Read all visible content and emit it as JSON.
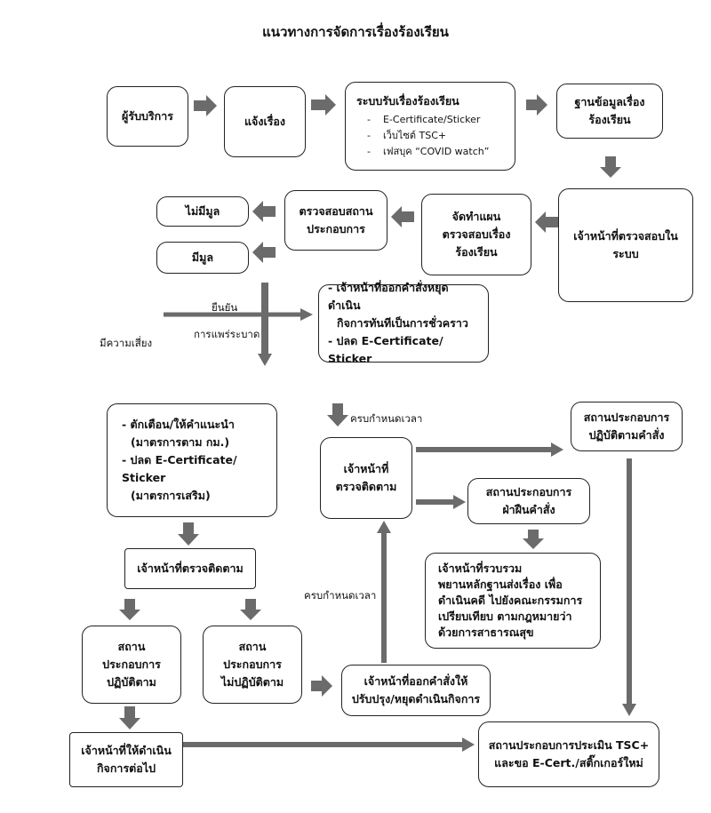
{
  "title": "แนวทางการจัดการเรื่องร้องเรียน",
  "nodes": {
    "service_user": "ผู้รับบริการ",
    "report": "แจ้งเรื่อง",
    "intake": {
      "heading": "ระบบรับเรื่องร้องเรียน",
      "items": [
        "E-Certificate/Sticker",
        "เว็บไซต์ TSC+",
        "เฟสบุค “COVID watch”"
      ]
    },
    "database": [
      "ฐานข้อมูลเรื่อง",
      "ร้องเรียน"
    ],
    "system_officer": [
      "เจ้าหน้าที่ตรวจสอบใน",
      "ระบบ"
    ],
    "plan": [
      "จัดทำแผน",
      "ตรวจสอบเรื่อง",
      "ร้องเรียน"
    ],
    "inspect": [
      "ตรวจสอบสถาน",
      "ประกอบการ"
    ],
    "no_merit": "ไม่มีมูล",
    "has_merit": "มีมูล",
    "suspend": [
      "- เจ้าหน้าที่ออกคำสั่งหยุดดำเนิน",
      "กิจการทันทีเป็นการชั่วคราว",
      "- ปลด E-Certificate/ Sticker"
    ],
    "warn": [
      "- ตักเตือน/ให้คำแนะนำ",
      "(มาตรการตาม กม.)",
      "- ปลด E-Certificate/ Sticker",
      "(มาตรการเสริม)"
    ],
    "followup_officer_left": "เจ้าหน้าที่ตรวจติดตาม",
    "comply_left": [
      "สถาน",
      "ประกอบการ",
      "ปฏิบัติตาม"
    ],
    "not_comply": [
      "สถาน",
      "ประกอบการ",
      "ไม่ปฏิบัติตาม"
    ],
    "order_improve": [
      "เจ้าหน้าที่ออกคำสั่งให้",
      "ปรับปรุง/หยุดดำเนินกิจการ"
    ],
    "continue_business": [
      "เจ้าหน้าที่ให้ดำเนิน",
      "กิจการต่อไป"
    ],
    "followup_officer_mid": [
      "เจ้าหน้าที่",
      "ตรวจติดตาม"
    ],
    "comply_right": [
      "สถานประกอบการ",
      "ปฏิบัติตามคำสั่ง"
    ],
    "violate": [
      "สถานประกอบการ",
      "ฝ่าฝืนคำสั่ง"
    ],
    "gather_evidence": [
      "เจ้าหน้าที่รวบรวม",
      "พยานหลักฐานส่งเรื่อง เพื่อ",
      "ดำเนินคดี ไปยังคณะกรรมการ",
      "เปรียบเทียบ ตามกฎหมายว่า",
      "ด้วยการสาธารณสุข"
    ],
    "final": [
      "สถานประกอบการประเมิน TSC+",
      "และขอ E-Cert./สติ๊กเกอร์ใหม่"
    ]
  },
  "labels": {
    "confirm": "ยืนยัน",
    "outbreak": "การแพร่ระบาด",
    "risk": "มีความเสี่ยง",
    "deadline_top": "ครบกำหนดเวลา",
    "deadline_mid": "ครบกำหนดเวลา"
  },
  "colors": {
    "arrow": "#6b6b6b",
    "border": "#222222"
  }
}
